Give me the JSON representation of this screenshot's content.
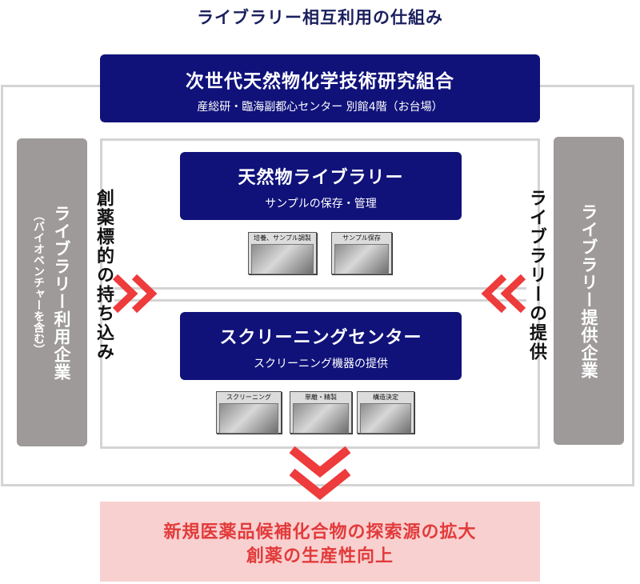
{
  "title": "ライブラリー相互利用の仕組み",
  "organization": {
    "name": "次世代天然物化学技術研究組合",
    "location": "産総研・臨海副都心センター 別館4階（お台場）"
  },
  "library": {
    "name": "天然物ライブラリー",
    "desc": "サンプルの保存・管理",
    "photos": [
      "培養、サンプル調製",
      "サンプル保存"
    ]
  },
  "screening": {
    "name": "スクリーニングセンター",
    "desc": "スクリーニング機器の提供",
    "photos": [
      "スクリーニング",
      "単離・精製",
      "構造決定"
    ]
  },
  "left_panel": {
    "main": "ライブラリー利用企業",
    "sub": "（バイオベンチャーを含む）"
  },
  "right_panel": {
    "main": "ライブラリー提供企業"
  },
  "left_arrow_label": "創薬標的の持ち込み",
  "right_arrow_label": "ライブラリーの提供",
  "result": {
    "line1": "新規医薬品候補化合物の探索源の拡大",
    "line2": "創薬の生産性向上"
  },
  "colors": {
    "navy": "#10127a",
    "arrow_red": "#ee3b3b",
    "panel_gray": "#9e9a9a",
    "result_bg": "#f9d0d0"
  }
}
